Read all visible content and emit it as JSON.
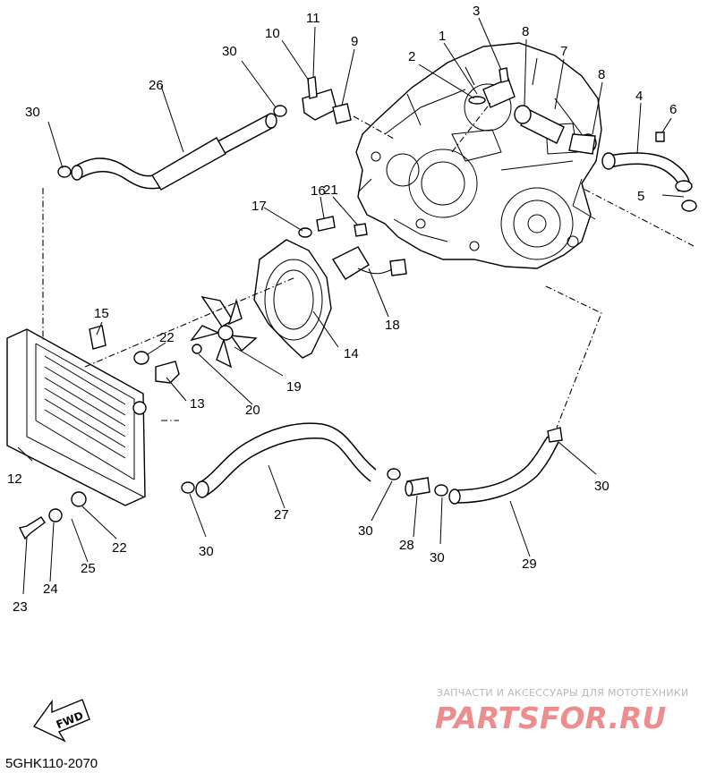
{
  "diagram_code": "5GHK110-2070",
  "watermark": {
    "tagline": "ЗАПЧАСТИ И АКСЕССУАРЫ ДЛЯ МОТОТЕХНИКИ",
    "brand": "PARTSFOR.RU"
  },
  "fwd_label": "FWD",
  "callouts": [
    "1",
    "2",
    "3",
    "4",
    "5",
    "6",
    "7",
    "8",
    "8",
    "9",
    "10",
    "11",
    "12",
    "13",
    "14",
    "15",
    "16",
    "17",
    "18",
    "19",
    "20",
    "21",
    "22",
    "22",
    "23",
    "24",
    "25",
    "26",
    "27",
    "28",
    "29",
    "30",
    "30",
    "30",
    "30",
    "30",
    "30"
  ]
}
